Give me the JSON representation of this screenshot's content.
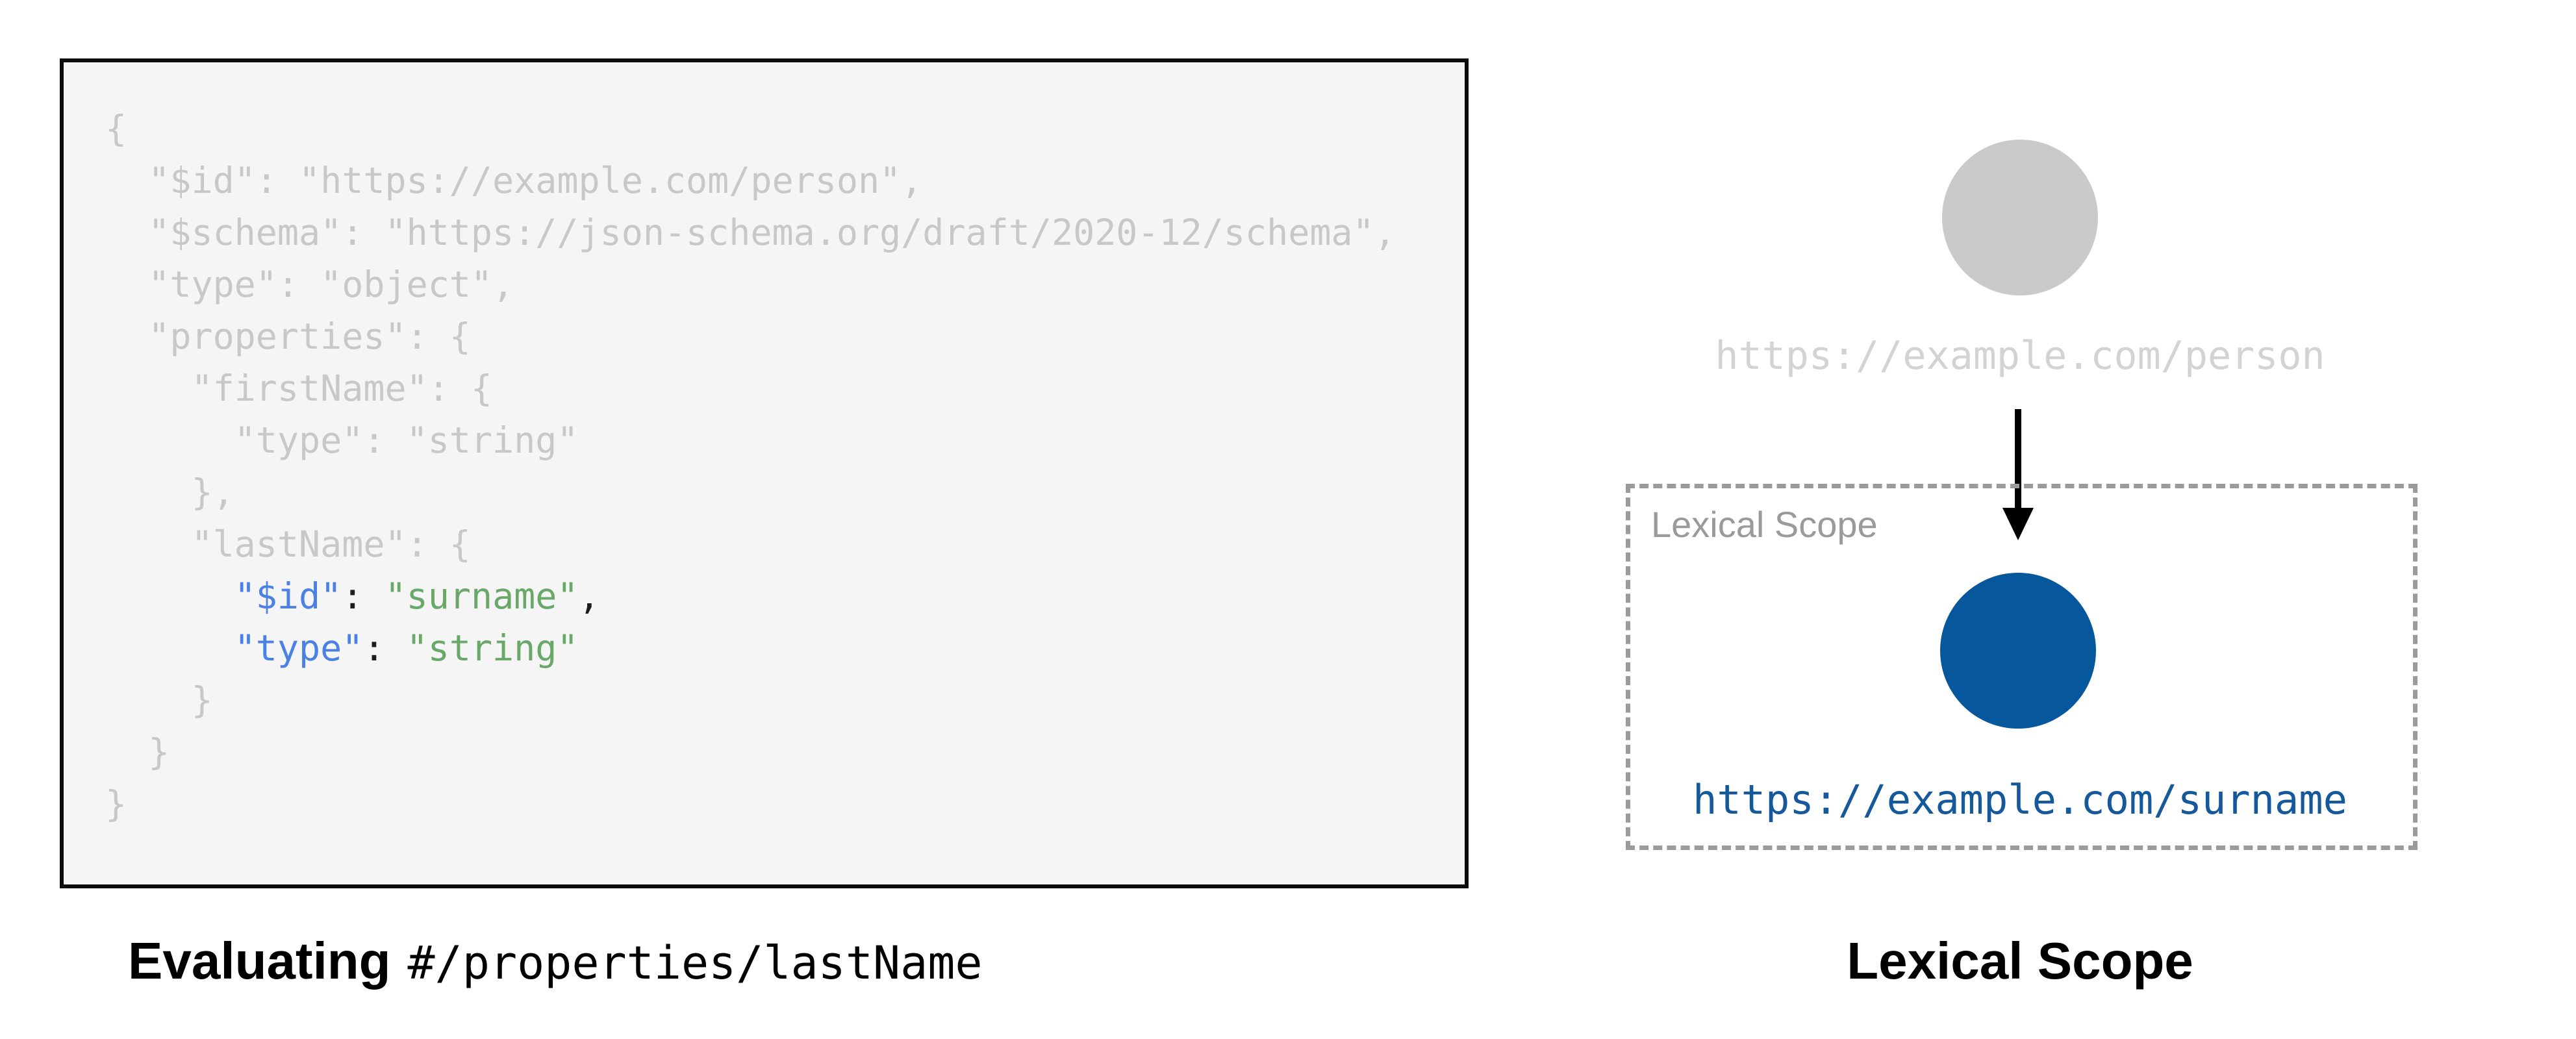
{
  "colors": {
    "background": "#ffffff",
    "code_box_bg": "#f5f5f6",
    "code_box_border": "#0c0c0c",
    "code_gray": "#c8c8c8",
    "code_key_blue": "#4b80e5",
    "code_string_green": "#6aa86a",
    "code_punct_dark": "#1c1c1c",
    "parent_circle_gray": "#cacaca",
    "parent_url_gray": "#d2d3d4",
    "scope_border_gray": "#9b9b9b",
    "scope_label_gray": "#9a9a9a",
    "child_circle_blue": "#06579b",
    "child_url_blue": "#15599c",
    "arrow_black": "#000000",
    "caption_black": "#000000"
  },
  "code_panel": {
    "lines": [
      [
        {
          "c": "gray",
          "t": "{"
        }
      ],
      [
        {
          "c": "gray",
          "t": "  \"$id\": \"https://example.com/person\","
        }
      ],
      [
        {
          "c": "gray",
          "t": "  \"$schema\": \"https://json-schema.org/draft/2020-12/schema\","
        }
      ],
      [
        {
          "c": "gray",
          "t": "  \"type\": \"object\","
        }
      ],
      [
        {
          "c": "gray",
          "t": "  \"properties\": {"
        }
      ],
      [
        {
          "c": "gray",
          "t": "    \"firstName\": {"
        }
      ],
      [
        {
          "c": "gray",
          "t": "      \"type\": \"string\""
        }
      ],
      [
        {
          "c": "gray",
          "t": "    },"
        }
      ],
      [
        {
          "c": "gray",
          "t": "    \"lastName\": {"
        }
      ],
      [
        {
          "c": "gray",
          "t": "      "
        },
        {
          "c": "blue",
          "t": "\"$id\""
        },
        {
          "c": "dark",
          "t": ": "
        },
        {
          "c": "green",
          "t": "\"surname\""
        },
        {
          "c": "dark",
          "t": ","
        }
      ],
      [
        {
          "c": "gray",
          "t": "      "
        },
        {
          "c": "blue",
          "t": "\"type\""
        },
        {
          "c": "dark",
          "t": ": "
        },
        {
          "c": "green",
          "t": "\"string\""
        }
      ],
      [
        {
          "c": "gray",
          "t": "    }"
        }
      ],
      [
        {
          "c": "gray",
          "t": "  }"
        }
      ],
      [
        {
          "c": "gray",
          "t": "}"
        }
      ]
    ],
    "caption": {
      "bold": "Evaluating",
      "path": "#/properties/lastName"
    }
  },
  "scope_panel": {
    "parent_url": "https://example.com/person",
    "scope_label": "Lexical Scope",
    "child_url": "https://example.com/surname",
    "caption": "Lexical Scope"
  }
}
